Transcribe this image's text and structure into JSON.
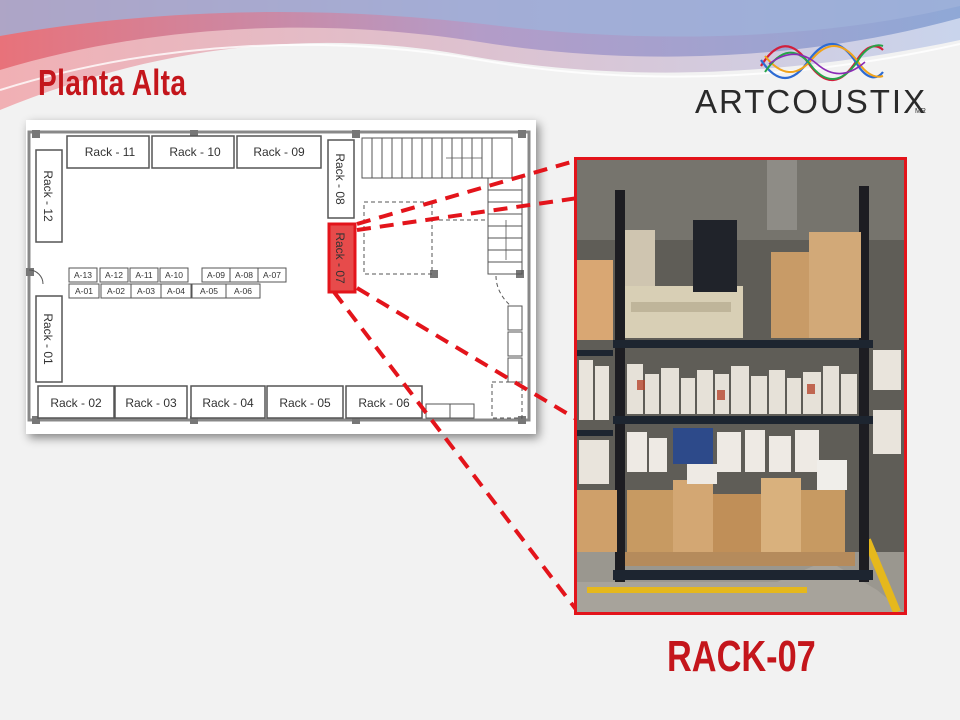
{
  "slide": {
    "title": "Planta Alta",
    "caption": "RACK-07",
    "colors": {
      "accent": "#e3141b",
      "title": "#c4161c"
    }
  },
  "logo": {
    "text": "ARTCOUSTIX",
    "mark": "MR"
  },
  "floor_plan": {
    "racks_top": [
      "Rack - 11",
      "Rack - 10",
      "Rack - 09"
    ],
    "racks_bottom": [
      "Rack - 02",
      "Rack - 03",
      "Rack - 04",
      "Rack - 05",
      "Rack - 06"
    ],
    "rack_12": "Rack - 12",
    "rack_01": "Rack - 01",
    "rack_08": "Rack - 08",
    "rack_07": "Rack - 07",
    "slots_row1": [
      "A-13",
      "A-12",
      "A-11",
      "A-10",
      "A-09",
      "A-08",
      "A-07"
    ],
    "slots_row2": [
      "A-01",
      "A-02",
      "A-03",
      "A-04",
      "A-05",
      "A-06"
    ],
    "highlighted_rack": "Rack - 07"
  },
  "photo": {
    "subject": "warehouse-shelving-photo"
  }
}
